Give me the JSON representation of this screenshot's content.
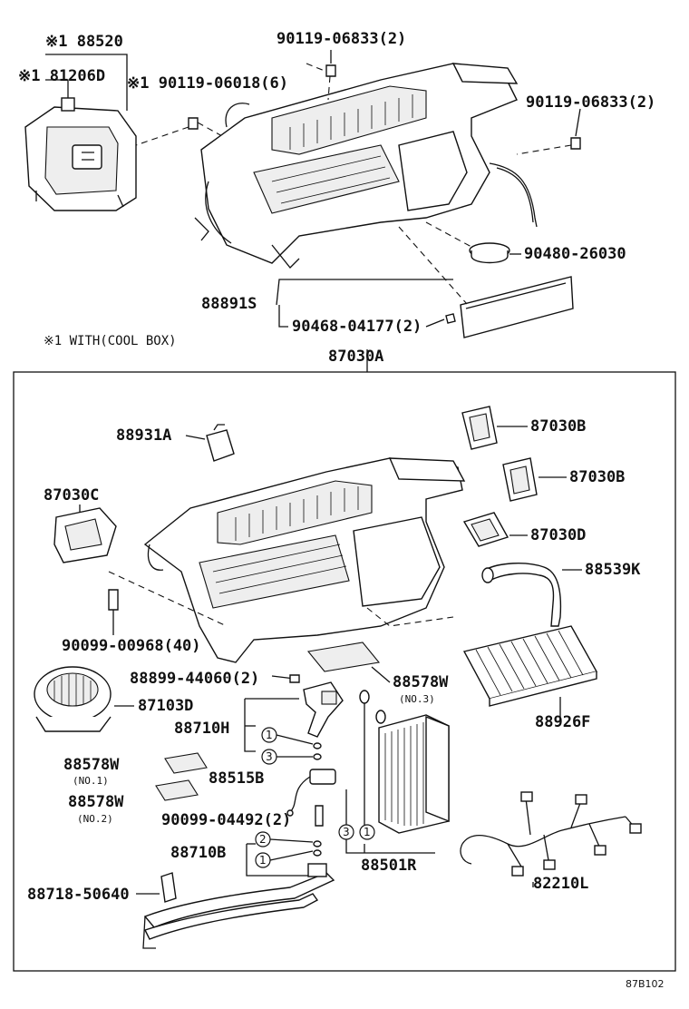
{
  "diagram": {
    "code": "87B102",
    "note": "※1 WITH(COOL BOX)",
    "labels": [
      {
        "key": "l1",
        "text": "※1 88520"
      },
      {
        "key": "l2",
        "text": "※1 81206D"
      },
      {
        "key": "l3",
        "text": "※1 90119-06018(6)"
      },
      {
        "key": "l4",
        "text": "90119-06833(2)"
      },
      {
        "key": "l5",
        "text": "90119-06833(2)"
      },
      {
        "key": "l6",
        "text": "90480-26030"
      },
      {
        "key": "l7",
        "text": "88891S"
      },
      {
        "key": "l8",
        "text": "90468-04177(2)"
      },
      {
        "key": "l9",
        "text": "87030A"
      },
      {
        "key": "l10",
        "text": "88931A"
      },
      {
        "key": "l11",
        "text": "87030B"
      },
      {
        "key": "l12",
        "text": "87030B"
      },
      {
        "key": "l13",
        "text": "87030C"
      },
      {
        "key": "l14",
        "text": "87030D"
      },
      {
        "key": "l15",
        "text": "88539K"
      },
      {
        "key": "l16",
        "text": "90099-00968(40)"
      },
      {
        "key": "l17",
        "text": "88899-44060(2)"
      },
      {
        "key": "l18",
        "text": "88578W"
      },
      {
        "key": "l19",
        "text": "87103D"
      },
      {
        "key": "l20",
        "text": "88926F"
      },
      {
        "key": "l21",
        "text": "88710H"
      },
      {
        "key": "l22",
        "text": "88578W"
      },
      {
        "key": "l23",
        "text": "88515B"
      },
      {
        "key": "l24",
        "text": "88578W"
      },
      {
        "key": "l25",
        "text": "90099-04492(2)"
      },
      {
        "key": "l26",
        "text": "88710B"
      },
      {
        "key": "l27",
        "text": "88501R"
      },
      {
        "key": "l28",
        "text": "82210L"
      },
      {
        "key": "l29",
        "text": "88718-50640"
      }
    ],
    "sublabels": [
      {
        "key": "s1",
        "text": "(NO.3)"
      },
      {
        "key": "s2",
        "text": "(NO.1)"
      },
      {
        "key": "s3",
        "text": "(NO.2)"
      }
    ],
    "circle_numbers": [
      "1",
      "3",
      "2",
      "1",
      "3",
      "1"
    ]
  }
}
